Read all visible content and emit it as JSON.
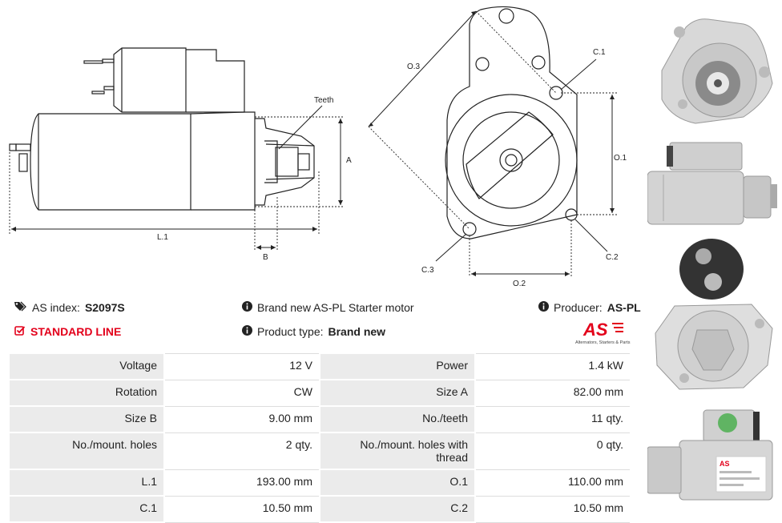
{
  "diagram": {
    "labels": {
      "teeth": "Teeth",
      "a": "A",
      "b": "B",
      "l1": "L.1",
      "o3": "O.3",
      "c1": "C.1",
      "o1": "O.1",
      "c2": "C.2",
      "c3": "C.3",
      "o2": "O.2"
    }
  },
  "info": {
    "as_index_label": "AS index:",
    "as_index_value": "S2097S",
    "standard_line": "STANDARD LINE",
    "description": "Brand new AS-PL Starter motor",
    "product_type_label": "Product type:",
    "product_type_value": "Brand new",
    "producer_label": "Producer:",
    "producer_value": "AS-PL"
  },
  "logo": {
    "mark": "AS",
    "tagline": "Alternators, Starters & Parts",
    "color": "#e3001b"
  },
  "specs": [
    {
      "k1": "Voltage",
      "v1": "12 V",
      "k2": "Power",
      "v2": "1.4 kW"
    },
    {
      "k1": "Rotation",
      "v1": "CW",
      "k2": "Size A",
      "v2": "82.00 mm"
    },
    {
      "k1": "Size B",
      "v1": "9.00 mm",
      "k2": "No./teeth",
      "v2": "11 qty."
    },
    {
      "k1": "No./mount. holes",
      "v1": "2 qty.",
      "k2": "No./mount. holes with thread",
      "v2": "0 qty."
    },
    {
      "k1": "L.1",
      "v1": "193.00 mm",
      "k2": "O.1",
      "v2": "110.00 mm"
    },
    {
      "k1": "C.1",
      "v1": "10.50 mm",
      "k2": "C.2",
      "v2": "10.50 mm"
    }
  ],
  "photo_label_text": {
    "label_brand": "AS"
  }
}
